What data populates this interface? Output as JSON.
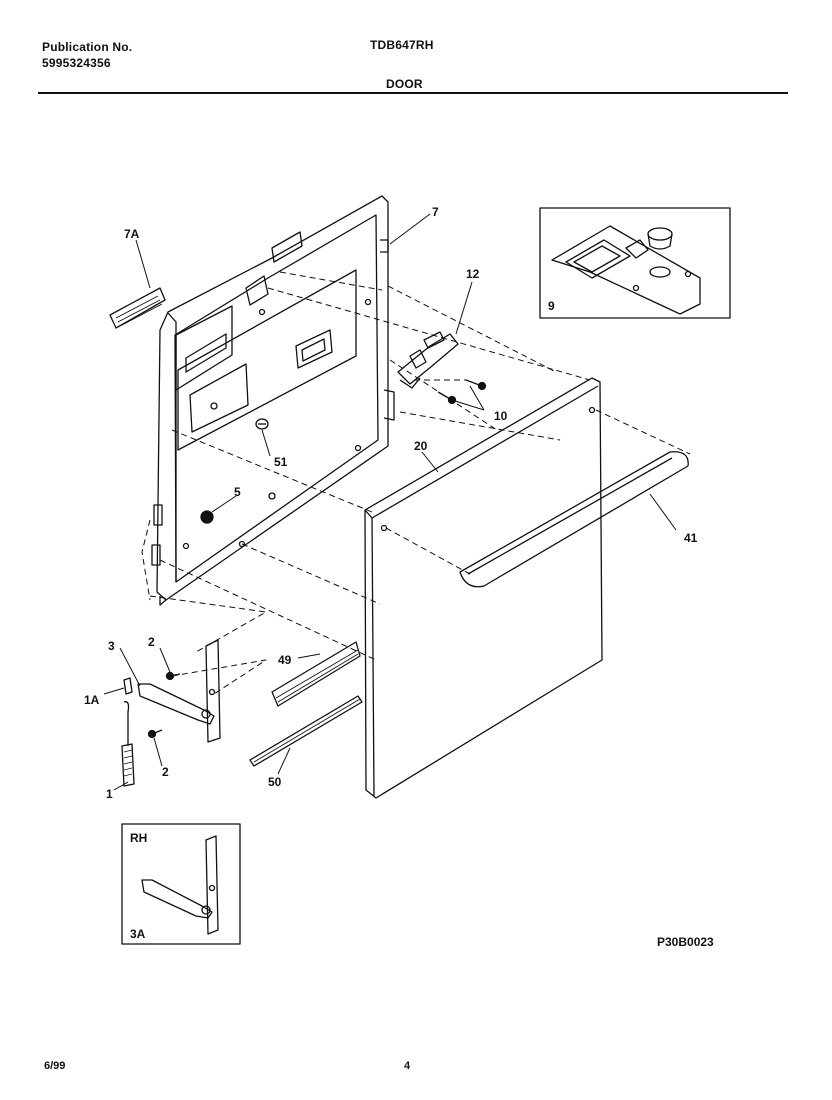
{
  "header": {
    "publication_label": "Publication No.",
    "publication_number": "5995324356",
    "model": "TDB647RH",
    "section": "DOOR"
  },
  "callouts": {
    "c7A": "7A",
    "c7": "7",
    "c12": "12",
    "c9": "9",
    "c10": "10",
    "c20": "20",
    "c51": "51",
    "c5": "5",
    "c41": "41",
    "c2a": "2",
    "c3": "3",
    "c1A": "1A",
    "c2b": "2",
    "c1": "1",
    "c49": "49",
    "c50": "50",
    "cRH": "RH",
    "c3A": "3A"
  },
  "drawing_number": "P30B0023",
  "footer": {
    "date": "6/99",
    "page": "4"
  }
}
